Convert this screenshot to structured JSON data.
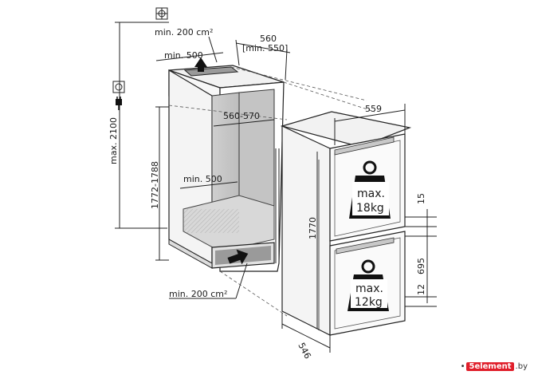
{
  "diagram": {
    "niche_labels": {
      "max_height": "max. 2100",
      "top_vent": "min. 200 cm²",
      "top_depth": "min. 500",
      "niche_width": "560-570",
      "niche_height": "1772-1788",
      "inner_depth": "min. 500",
      "bottom_vent": "min. 200 cm²",
      "niche_depth": "560",
      "niche_depth_min": "[min. 550]"
    },
    "appliance_labels": {
      "width": "559",
      "height": "1770",
      "depth": "546",
      "gap_top": "15",
      "door_lower": "695",
      "gap_bottom": "12"
    },
    "weights": {
      "upper": [
        "max.",
        "18kg"
      ],
      "lower": [
        "max.",
        "12kg"
      ]
    }
  },
  "watermark": [
    "•",
    "5element",
    ".by"
  ]
}
